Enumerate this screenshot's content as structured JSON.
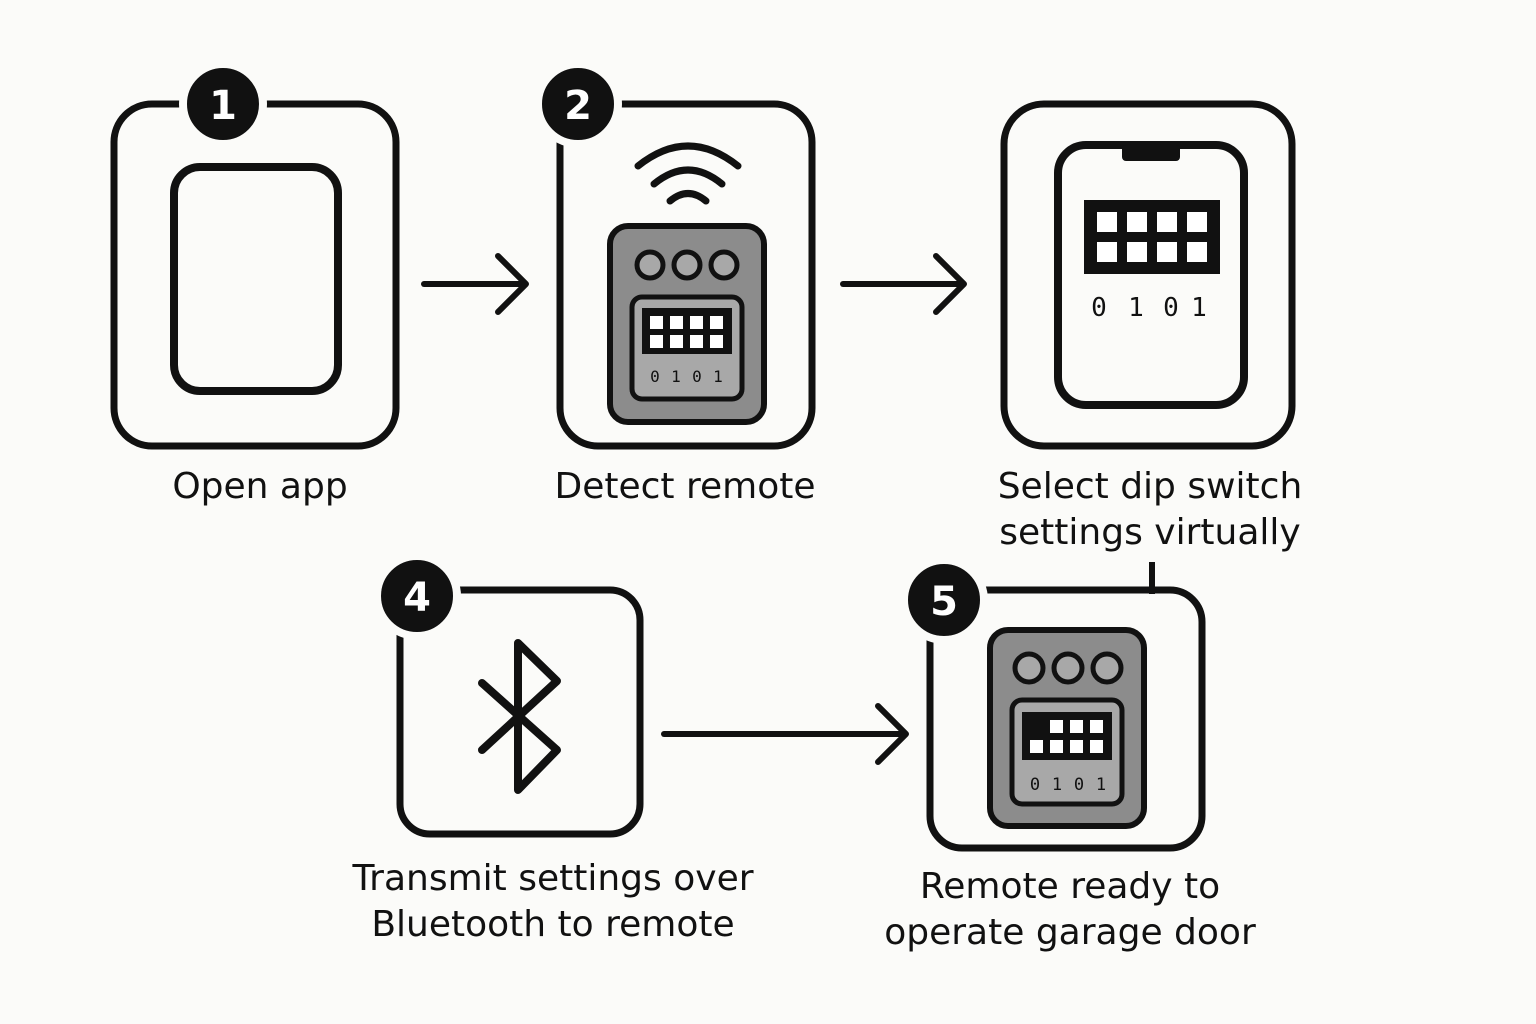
{
  "steps": [
    {
      "number": "1",
      "label_lines": [
        "Open app"
      ],
      "icon": "phone-blank-icon"
    },
    {
      "number": "2",
      "label_lines": [
        "Detect remote"
      ],
      "icon": "remote-wireless-icon"
    },
    {
      "number": "",
      "label_lines": [
        "Select dip switch",
        "settings virtually"
      ],
      "icon": "phone-dip-switch-icon"
    },
    {
      "number": "4",
      "label_lines": [
        "Transmit settings over",
        "Bluetooth to remote"
      ],
      "icon": "bluetooth-icon"
    },
    {
      "number": "5",
      "label_lines": [
        "Remote ready to",
        "operate garage door"
      ],
      "icon": "remote-icon"
    }
  ],
  "dip_digits": [
    "0",
    "1",
    "0",
    "1"
  ],
  "colors": {
    "stroke": "#111111",
    "background": "#fbfbf9",
    "remote_fill": "#8c8c8c",
    "remote_inner": "#a8a8a8"
  }
}
